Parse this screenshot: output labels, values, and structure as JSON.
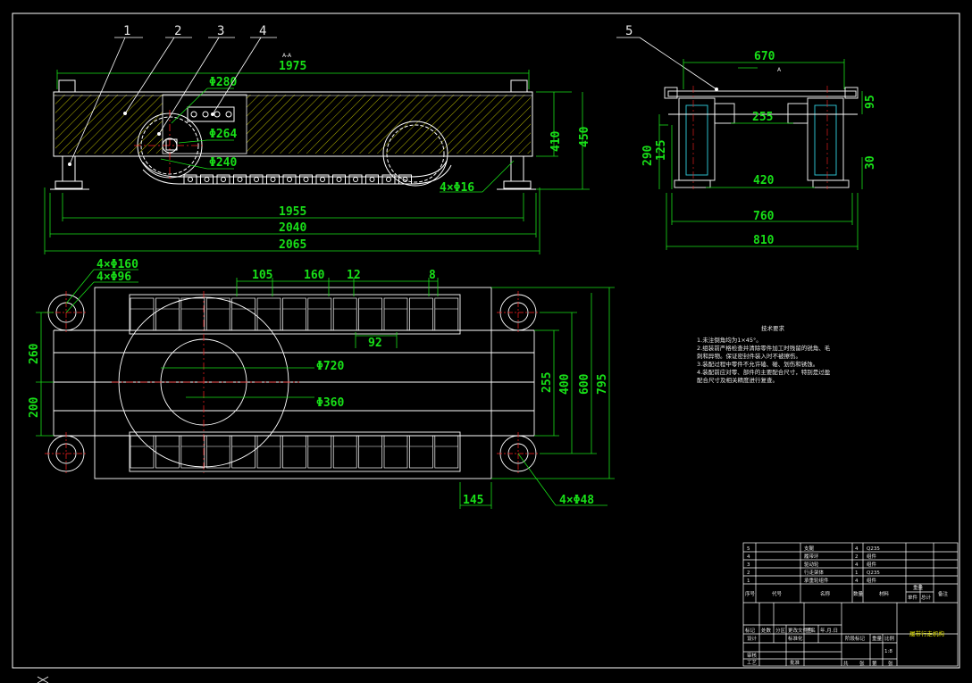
{
  "drawing": {
    "type": "CAD engineering drawing",
    "colors": {
      "background": "#000000",
      "outline": "#ffffff",
      "dimension": "#18e018",
      "centerline": "#ff2020",
      "hatch": "#c8c800",
      "cyan": "#30d0e0"
    },
    "balloons": [
      "1",
      "2",
      "3",
      "4",
      "5"
    ],
    "front_view": {
      "section_label": "A-A",
      "dims": {
        "top_length": "1975",
        "d280": "Φ280",
        "d264": "Φ264",
        "d240": "Φ240",
        "h410": "410",
        "h450": "450",
        "feet": "4×Φ16",
        "l1955": "1955",
        "l2040": "2040",
        "l2065": "2065"
      }
    },
    "side_view": {
      "section_label": "A",
      "dims": {
        "w670": "670",
        "w255": "255",
        "h95": "95",
        "h290": "290",
        "h125": "125",
        "h30": "30",
        "w420": "420",
        "w760": "760",
        "w810": "810"
      }
    },
    "top_view": {
      "dims": {
        "bolt1": "4×Φ160",
        "bolt2": "4×Φ96",
        "p105": "105",
        "p160": "160",
        "p12": "12",
        "p8": "8",
        "p92": "92",
        "d720": "Φ720",
        "d360": "Φ360",
        "h260": "260",
        "h200": "200",
        "h255": "255",
        "h400": "400",
        "h600": "600",
        "h795": "795",
        "w145": "145",
        "holes": "4×Φ48"
      }
    },
    "notes": {
      "title": "技术要求",
      "lines": [
        "1.未注倒角均为1×45°。",
        "2.组装前严格检查并清除零件加工时残留的锐角、毛",
        "  刺和异物。保证密封件装入时不被擦伤。",
        "3.装配过程中零件不允许磕、碰、划伤和锈蚀。",
        "4.装配前应对零、部件的主要配合尺寸，特别是过盈",
        "  配合尺寸及相关精度进行复查。"
      ]
    },
    "title_block": {
      "parts": [
        {
          "no": "5",
          "name": "支腿",
          "qty": "4",
          "mat": "Q235"
        },
        {
          "no": "4",
          "name": "履带环",
          "qty": "2",
          "mat": "组件"
        },
        {
          "no": "3",
          "name": "驱动轮",
          "qty": "4",
          "mat": "组件"
        },
        {
          "no": "2",
          "name": "行走架体",
          "qty": "1",
          "mat": "Q235"
        },
        {
          "no": "1",
          "name": "承重轮组件",
          "qty": "4",
          "mat": "组件"
        }
      ],
      "header": [
        "序号",
        "代号",
        "名称",
        "数量",
        "材料",
        "单件",
        "总计",
        "备注"
      ],
      "weight_label": "重量",
      "title": "履带行走机构",
      "sign_rows": [
        "标记",
        "处数",
        "分区",
        "更改文件号",
        "签名",
        "年.月.日"
      ],
      "roles": [
        "设计",
        "标准化",
        "审核",
        "工艺",
        "批准"
      ],
      "stage": [
        "阶段标记",
        "重量",
        "比例"
      ],
      "scale": "1:8",
      "sheet": [
        "共",
        "张",
        "第",
        "张"
      ]
    }
  }
}
